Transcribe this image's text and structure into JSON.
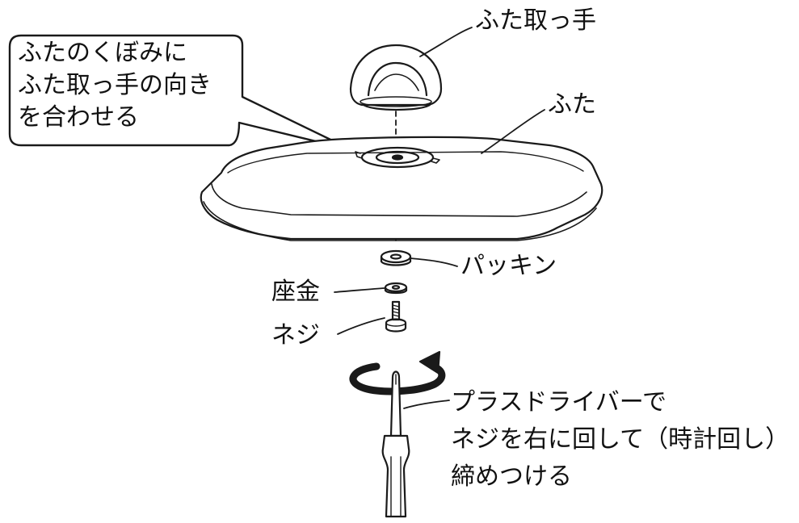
{
  "callout": {
    "lines": [
      "ふたのくぼみに",
      "ふた取っ手の向き",
      "を合わせる"
    ]
  },
  "labels": {
    "handle": "ふた取っ手",
    "lid": "ふた",
    "packing": "パッキン",
    "washer": "座金",
    "screw": "ネジ"
  },
  "instruction": {
    "lines": [
      "プラスドライバーで",
      "ネジを右に回して（時計回し）",
      "締めつける"
    ]
  }
}
